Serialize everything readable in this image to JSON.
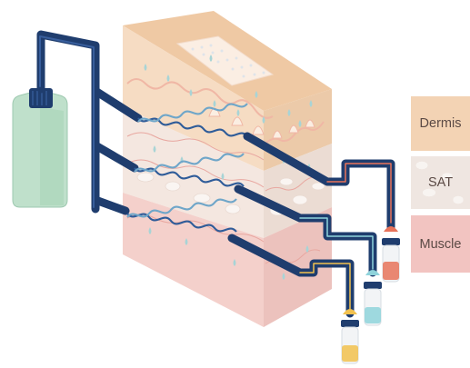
{
  "legend": {
    "dermis": "Dermis",
    "sat": "SAT",
    "muscle": "Muscle"
  },
  "colors": {
    "tube": "#1f3d6e",
    "tube_highlight": "#3e66a8",
    "dermis": "#f3d3b4",
    "sat": "#efe6e1",
    "muscle": "#f2c4c1",
    "bottle": "#b9dcc7",
    "droplet": "#a8d4d6",
    "vial_orange": "#e8735a",
    "vial_teal": "#8fd3db",
    "vial_yellow": "#f2c14e"
  }
}
